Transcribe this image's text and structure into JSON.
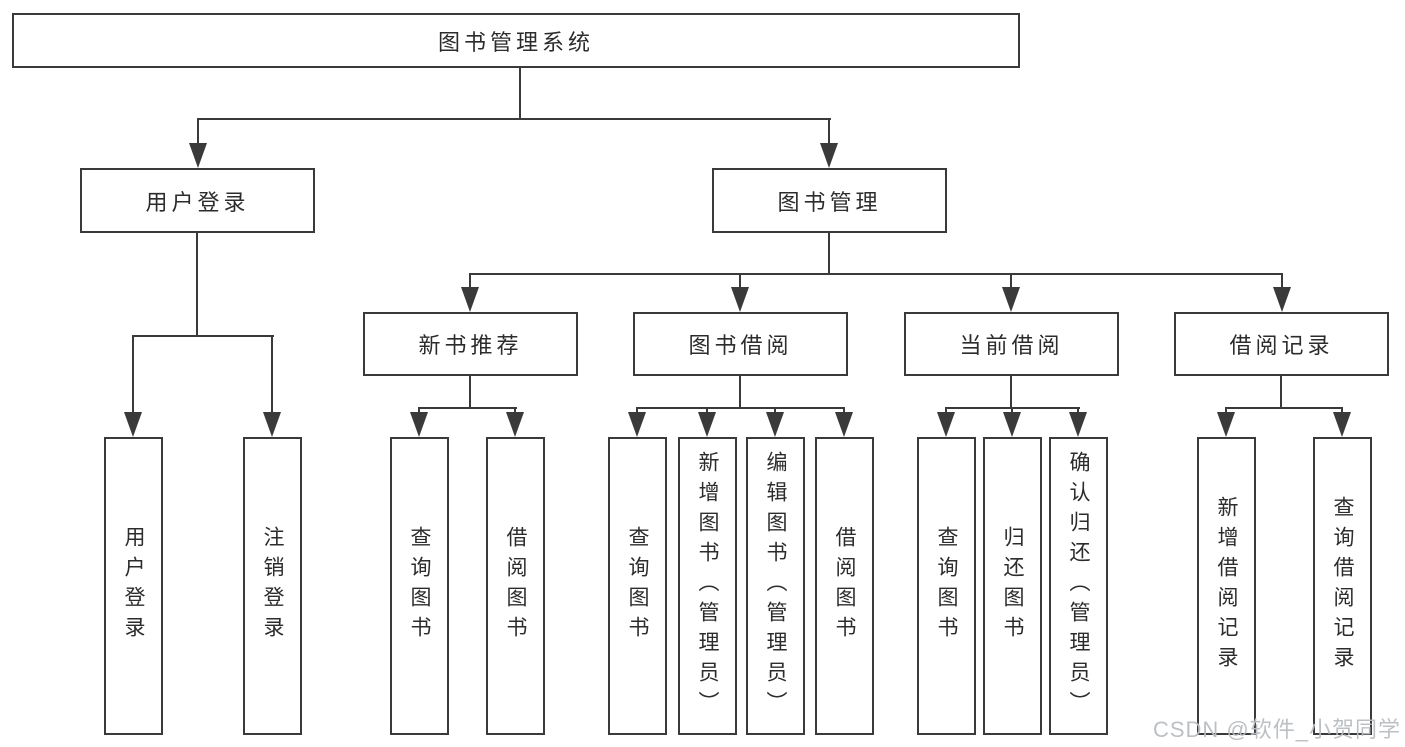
{
  "tree": {
    "root": "图书管理系统",
    "user_login": {
      "label": "用户登录",
      "children": [
        "用户登录",
        "注销登录"
      ]
    },
    "book_management": {
      "label": "图书管理",
      "sections": [
        {
          "label": "新书推荐",
          "children": [
            "查询图书",
            "借阅图书"
          ]
        },
        {
          "label": "图书借阅",
          "children": [
            "查询图书",
            "新增图书（管理员）",
            "编辑图书（管理员）",
            "借阅图书"
          ]
        },
        {
          "label": "当前借阅",
          "children": [
            "查询图书",
            "归还图书",
            "确认归还（管理员）"
          ]
        },
        {
          "label": "借阅记录",
          "children": [
            "新增借阅记录",
            "查询借阅记录"
          ]
        }
      ]
    }
  },
  "watermark": "CSDN @软件_小贺同学",
  "colors": {
    "line": "#3a3a3a",
    "text": "#2c2c2c",
    "background": "#ffffff",
    "watermark": "#b9bdc1"
  }
}
